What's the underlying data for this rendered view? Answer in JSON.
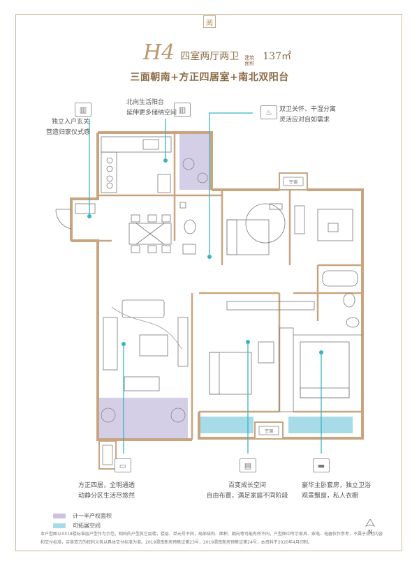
{
  "header": {
    "logo": "阅",
    "code": "H4",
    "layout": "四室两厅两卫",
    "area_label": "建筑面积",
    "area": "137㎡",
    "slogan": "三面朝南+方正四居室+南北双阳台"
  },
  "annotations": {
    "entry": [
      "独立入户玄关",
      "营造归家仪式感"
    ],
    "north_balcony": [
      "北向生活阳台",
      "延伸更多储纳空间"
    ],
    "dual_bath": [
      "双卫关怀、干湿分离",
      "灵活应对自如需求"
    ],
    "living": [
      "方正四居，全明通透",
      "动静分区生活尽悠然"
    ],
    "flex_room": [
      "百变成长空间",
      "自由布置，满足家庭不同阶段"
    ],
    "master": [
      "豪华主卧套房，独立卫浴",
      "观景飘窗，私人衣橱"
    ]
  },
  "plan_labels": {
    "ac_top": "空调",
    "ac_bottom": "空调"
  },
  "legend": {
    "items": [
      {
        "label": "计一半产权面积",
        "color": "#c9c3e0"
      },
      {
        "label": "可拓展空间",
        "color": "#a8dbe8"
      }
    ]
  },
  "north_label": "N",
  "disclaimer": "本户型图以XX18楼标准层户型作为示范，相同的户型其它层楼，楼层、单元号不同，局部结构、面积、朝向等可能有所不同，户型图中所示家具、家电、电器仅作参考，不属于交付内容和交付标准，买卖双方的权利义务以具体交付标准为准。2019渭南新房预售证第23号，2019渭南新房预售证第24号，本资料于2020年4月印制。",
  "colors": {
    "wall": "#c9a57f",
    "half_area": "#c9c3e0",
    "expand": "#a8dbe8",
    "pointer": "#3bb3c3"
  }
}
